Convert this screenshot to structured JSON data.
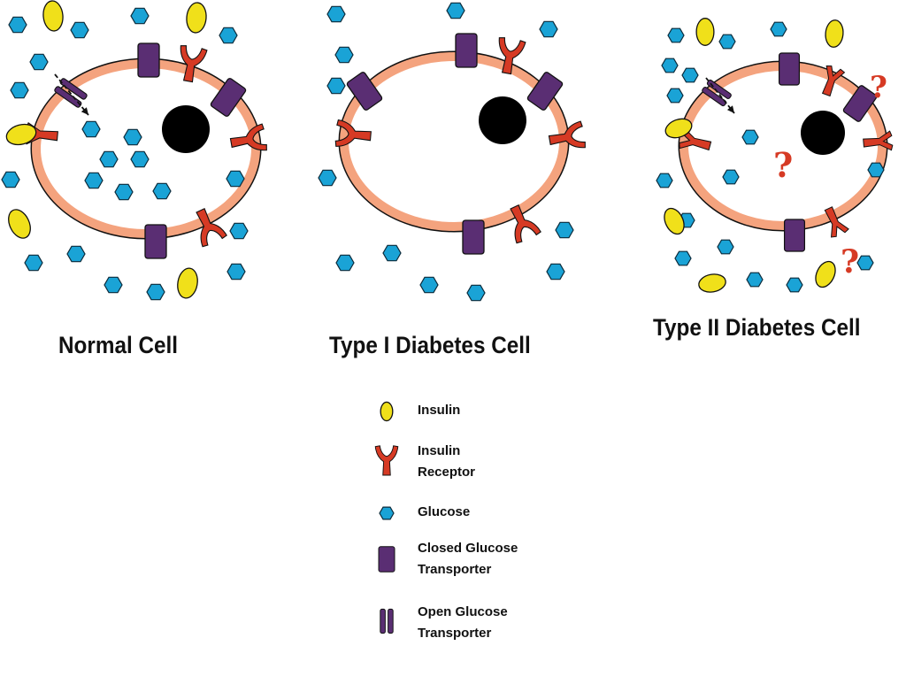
{
  "colors": {
    "membrane": "#F4A37E",
    "membrane_stroke": "#111111",
    "nucleus": "#000000",
    "glucose": "#1AA3D6",
    "insulin": "#F0E01A",
    "receptor": "#D63A24",
    "transporter": "#5A2E73",
    "question": "#D63A24",
    "arrow": "#111111"
  },
  "icons": {
    "insulin": "insulin-oval-icon",
    "receptor": "insulin-receptor-icon",
    "glucose": "glucose-hexagon-icon",
    "closed_transporter": "closed-transporter-icon",
    "open_transporter": "open-transporter-icon",
    "question": "question-mark-icon"
  },
  "cells": [
    {
      "id": "normal",
      "title": "Normal Cell"
    },
    {
      "id": "type1",
      "title": "Type I Diabetes Cell"
    },
    {
      "id": "type2",
      "title": "Type II Diabetes Cell",
      "question_marks": [
        "?",
        "?",
        "?"
      ]
    }
  ],
  "legend": [
    {
      "id": "insulin",
      "label": "Insulin"
    },
    {
      "id": "receptor",
      "label": "Insulin\nReceptor"
    },
    {
      "id": "glucose",
      "label": "Glucose"
    },
    {
      "id": "closed_transporter",
      "label": "Closed Glucose\nTransporter"
    },
    {
      "id": "open_transporter",
      "label": "Open Glucose\nTransporter"
    }
  ]
}
